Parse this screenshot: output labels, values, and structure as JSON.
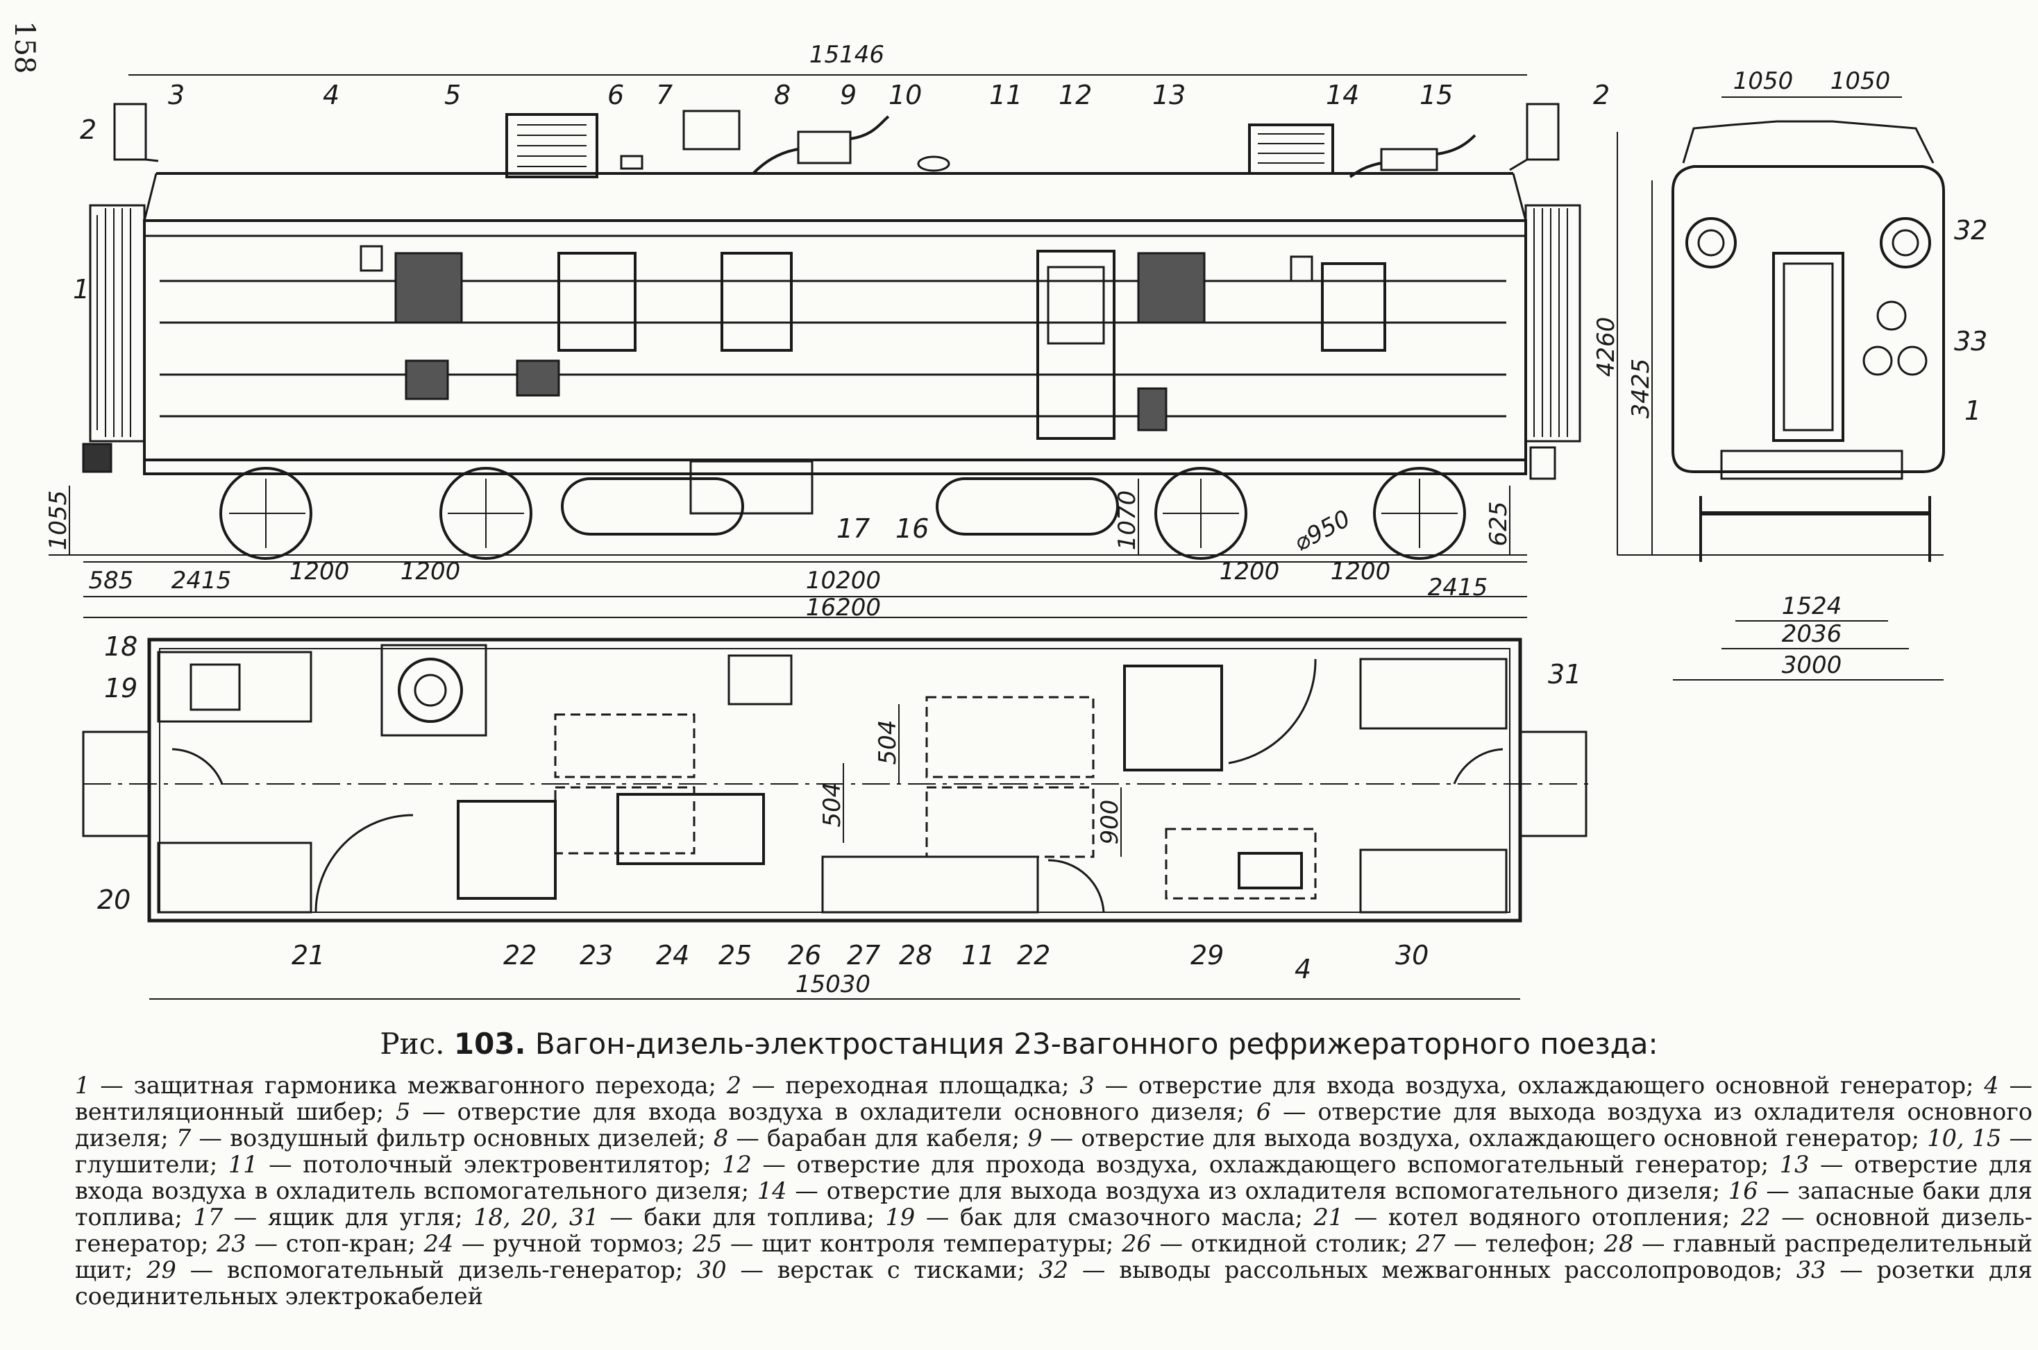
{
  "page_number": "158",
  "figure": {
    "label": "Рис.",
    "number": "103.",
    "title": "Вагон-дизель-электростанция 23-вагонного рефрижераторного поезда:"
  },
  "legend": [
    {
      "n": "1",
      "t": " — защитная гармоника межвагонного перехода; "
    },
    {
      "n": "2",
      "t": " — переходная площадка; "
    },
    {
      "n": "3",
      "t": " — отверстие для входа воздуха, охлаждающего основной генератор; "
    },
    {
      "n": "4",
      "t": " — вентиляционный шибер; "
    },
    {
      "n": "5",
      "t": " — отверстие для входа воздуха в охладители основного дизеля; "
    },
    {
      "n": "6",
      "t": " — отверстие для выхода воздуха из охладителя основного дизеля; "
    },
    {
      "n": "7",
      "t": " — воздушный фильтр основных дизелей; "
    },
    {
      "n": "8",
      "t": " — барабан для кабеля; "
    },
    {
      "n": "9",
      "t": " — отверстие для выхода воздуха, охлаждающего основной генератор; "
    },
    {
      "n": "10, 15",
      "t": " — глушители; "
    },
    {
      "n": "11",
      "t": " — потолочный электровентилятор; "
    },
    {
      "n": "12",
      "t": " — отверстие для прохода воздуха, охлаждающего вспомогательный генератор; "
    },
    {
      "n": "13",
      "t": " — отверстие для входа воздуха в охладитель вспомогательного дизеля; "
    },
    {
      "n": "14",
      "t": " — отверстие для выхода воздуха из охладителя вспомогательного дизеля; "
    },
    {
      "n": "16",
      "t": " — запасные баки для топлива; "
    },
    {
      "n": "17",
      "t": " — ящик для угля; "
    },
    {
      "n": "18, 20, 31",
      "t": " — баки для топлива; "
    },
    {
      "n": "19",
      "t": " — бак для смазочного масла; "
    },
    {
      "n": "21",
      "t": " — котел водяного отопления; "
    },
    {
      "n": "22",
      "t": " — основной дизель-генератор; "
    },
    {
      "n": "23",
      "t": " — стоп-кран; "
    },
    {
      "n": "24",
      "t": " — ручной тормоз; "
    },
    {
      "n": "25",
      "t": " — щит контроля температуры; "
    },
    {
      "n": "26",
      "t": " — откидной столик; "
    },
    {
      "n": "27",
      "t": " — телефон; "
    },
    {
      "n": "28",
      "t": " — главный распределительный щит; "
    },
    {
      "n": "29",
      "t": " — вспомогательный дизель-генератор; "
    },
    {
      "n": "30",
      "t": " — верстак с тисками; "
    },
    {
      "n": "32",
      "t": " — выводы рассольных межвагонных рассолопроводов; "
    },
    {
      "n": "33",
      "t": " — розетки для соединительных электрокабелей"
    }
  ],
  "dimensions": {
    "top_overall": "15146",
    "end_half_left": "1050",
    "end_half_right": "1050",
    "end_height_total": "4260",
    "end_height_body": "3425",
    "end_track": "1524",
    "end_frame": "2036",
    "end_width": "3000",
    "floor_height": "1055",
    "frame_height": "1070",
    "wheel_dia": "⌀950",
    "buffer_height": "625",
    "seg_585": "585",
    "seg_2415_l": "2415",
    "seg_1200_a": "1200",
    "seg_1200_b": "1200",
    "bogie_centers": "10200",
    "seg_1200_c": "1200",
    "seg_1200_d": "1200",
    "seg_2415_r": "2415",
    "overall_length": "16200",
    "plan_504_a": "504",
    "plan_504_b": "504",
    "plan_900": "900",
    "plan_length": "15030"
  },
  "callouts": {
    "c1": "1",
    "c2a": "2",
    "c3": "3",
    "c4": "4",
    "c5": "5",
    "c6": "6",
    "c7": "7",
    "c8": "8",
    "c9": "9",
    "c10": "10",
    "c11": "11",
    "c12": "12",
    "c13": "13",
    "c14": "14",
    "c15": "15",
    "c2b": "2",
    "c32": "32",
    "c33": "33",
    "c1e": "1",
    "c17": "17",
    "c16": "16",
    "p18": "18",
    "p19": "19",
    "p20": "20",
    "p31": "31",
    "p21": "21",
    "p22a": "22",
    "p23": "23",
    "p24": "24",
    "p25": "25",
    "p26": "26",
    "p27": "27",
    "p28": "28",
    "p11": "11",
    "p22b": "22",
    "p29": "29",
    "p4": "4",
    "p30": "30"
  }
}
